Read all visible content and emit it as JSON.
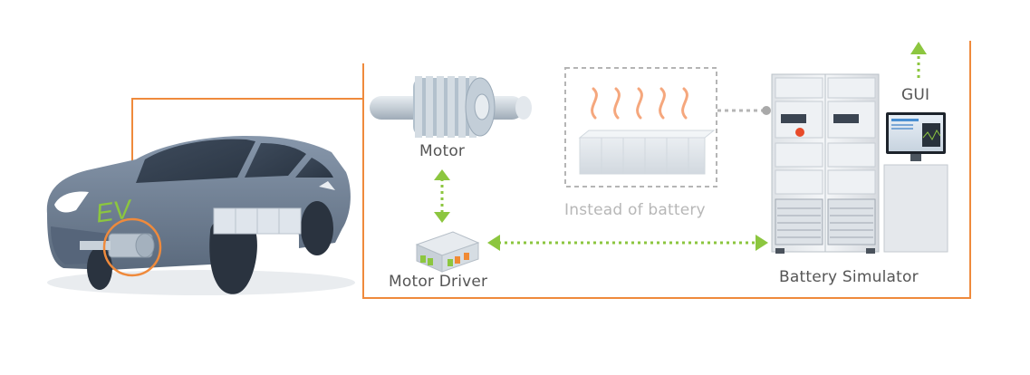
{
  "labels": {
    "motor": "Motor",
    "motor_driver": "Motor Driver",
    "instead_of_battery": "Instead of battery",
    "battery_simulator": "Battery Simulator",
    "gui": "GUI",
    "ev": "EV"
  },
  "colors": {
    "frame_orange": "#ef8a3c",
    "arrow_green": "#8cc63f",
    "heat_orange": "#f28a52",
    "dashed_gray": "#b5b5b5",
    "car_body": "#6f7f93",
    "car_dark": "#2f3b4a",
    "ev_text": "#8cc63f",
    "label_text": "#555555",
    "muted_text": "#b7b7b7"
  }
}
